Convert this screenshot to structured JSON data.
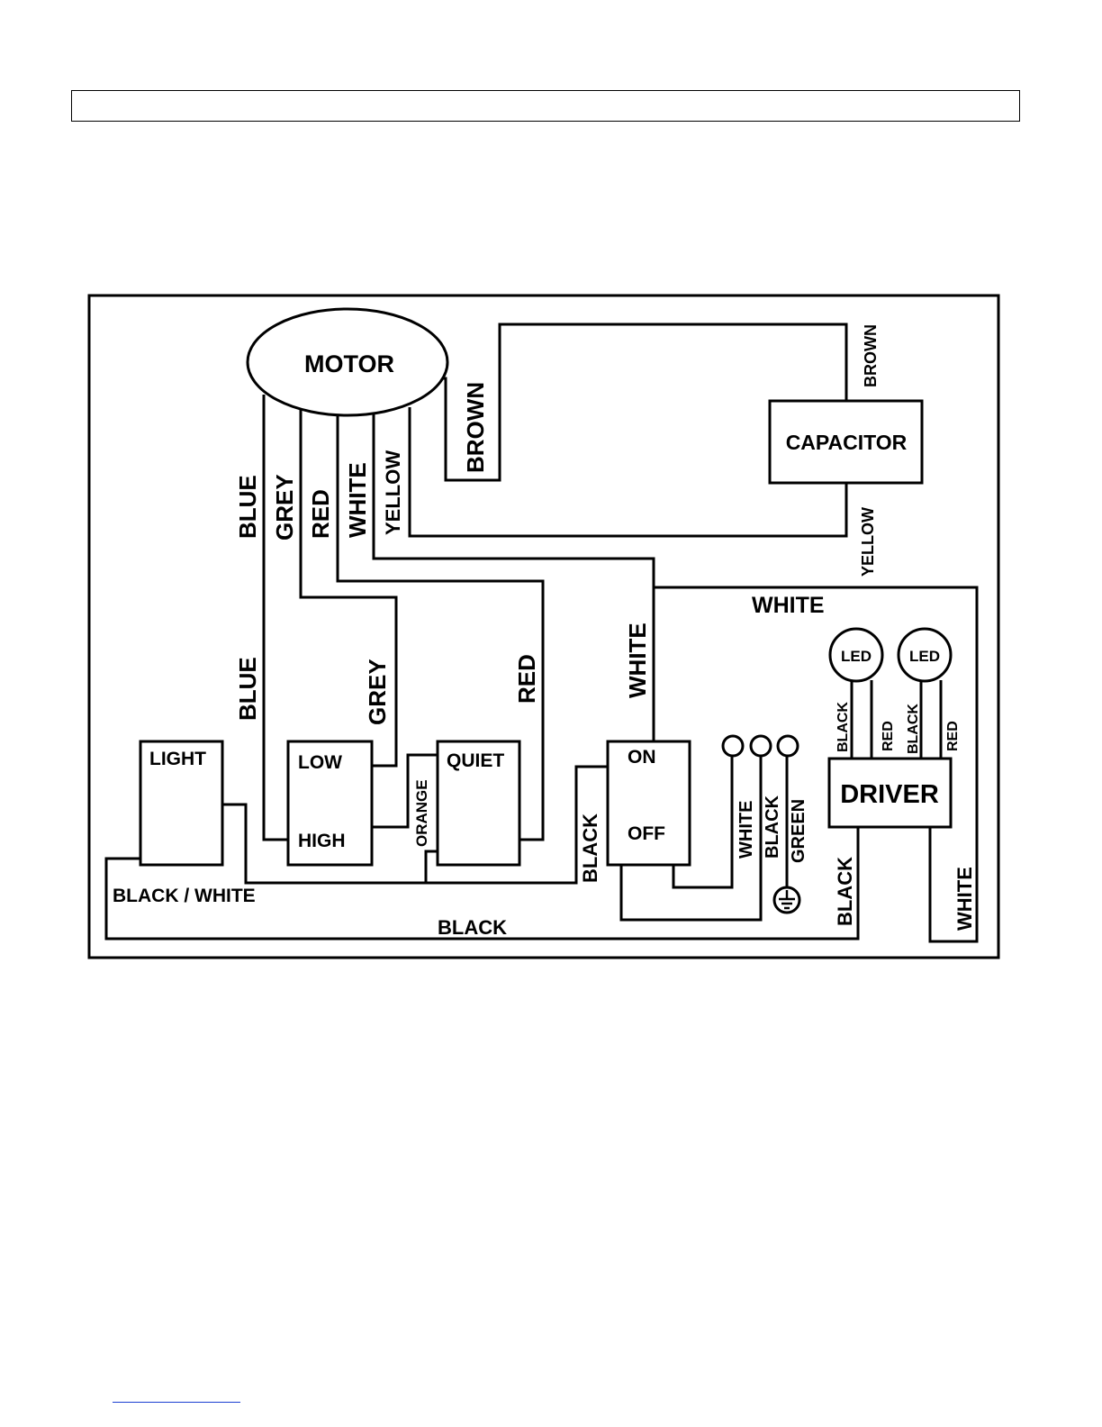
{
  "components": {
    "motor": "MOTOR",
    "capacitor": "CAPACITOR",
    "light": "LIGHT",
    "low": "LOW",
    "high": "HIGH",
    "quiet": "QUIET",
    "on": "ON",
    "off": "OFF",
    "driver": "DRIVER",
    "led1": "LED",
    "led2": "LED"
  },
  "wires": {
    "blue_upper": "BLUE",
    "grey_upper": "GREY",
    "red_upper": "RED",
    "white_upper": "WHITE",
    "yellow_upper": "YELLOW",
    "brown_motor": "BROWN",
    "brown_cap": "BROWN",
    "yellow_cap": "YELLOW",
    "white_top": "WHITE",
    "blue_lower": "BLUE",
    "grey_lower": "GREY",
    "red_lower": "RED",
    "white_switch": "WHITE",
    "orange": "ORANGE",
    "black_switch": "BLACK",
    "black_white": "BLACK / WHITE",
    "black_bottom": "BLACK",
    "term_white": "WHITE",
    "term_black": "BLACK",
    "term_green": "GREEN",
    "led1_black": "BLACK",
    "led1_red": "RED",
    "led2_black": "BLACK",
    "led2_red": "RED",
    "driver_black": "BLACK",
    "driver_white": "WHITE"
  }
}
